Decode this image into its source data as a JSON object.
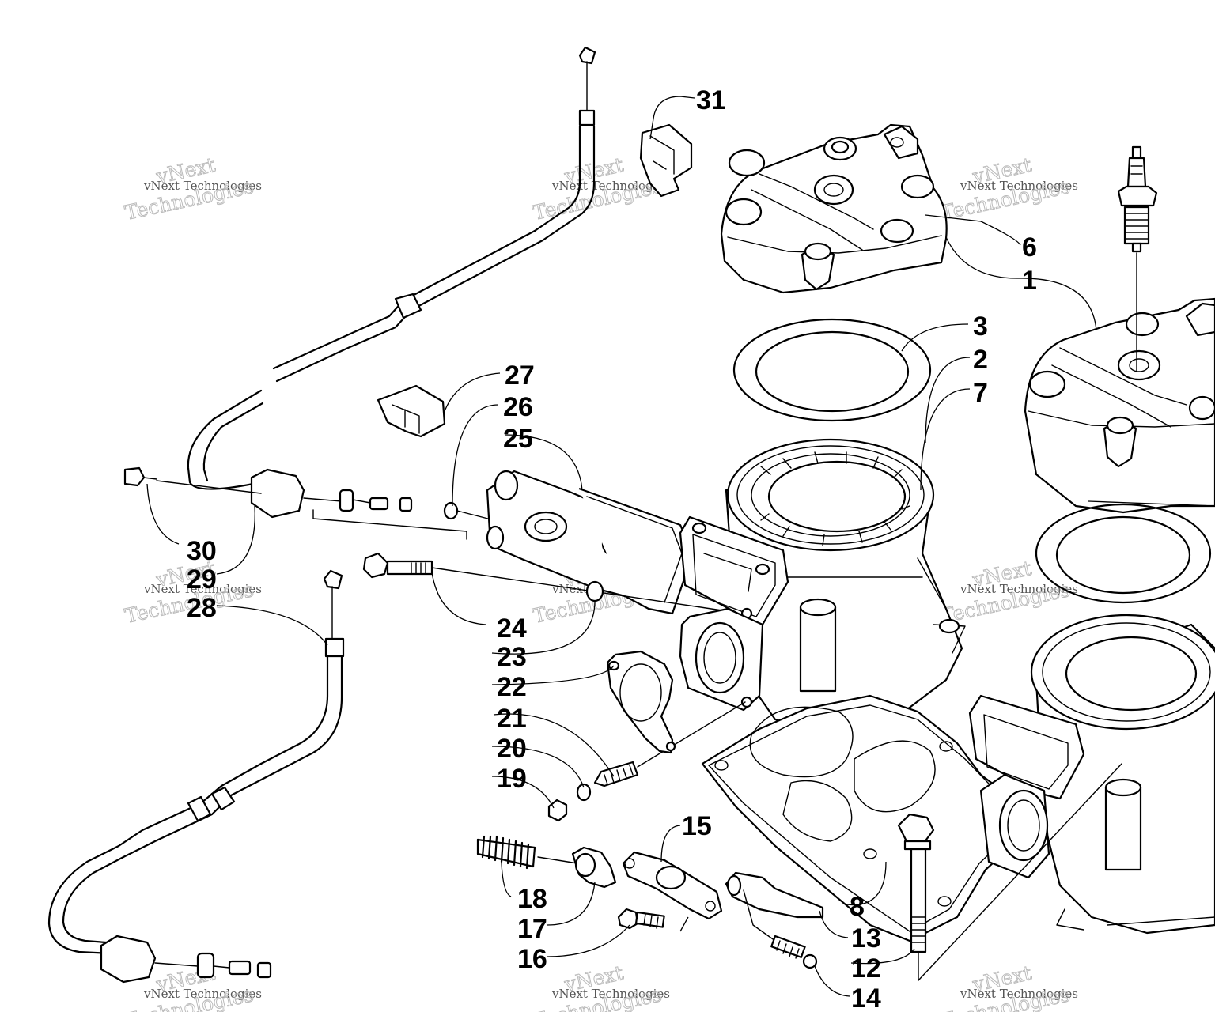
{
  "diagram": {
    "callouts": [
      "1",
      "2",
      "3",
      "6",
      "7",
      "8",
      "12",
      "13",
      "14",
      "15",
      "16",
      "17",
      "18",
      "19",
      "20",
      "21",
      "22",
      "23",
      "24",
      "25",
      "26",
      "27",
      "28",
      "29",
      "30",
      "31"
    ],
    "watermark": {
      "line1": "vNext Technologies",
      "line2": "vNext",
      "line3": "Technologies"
    }
  }
}
